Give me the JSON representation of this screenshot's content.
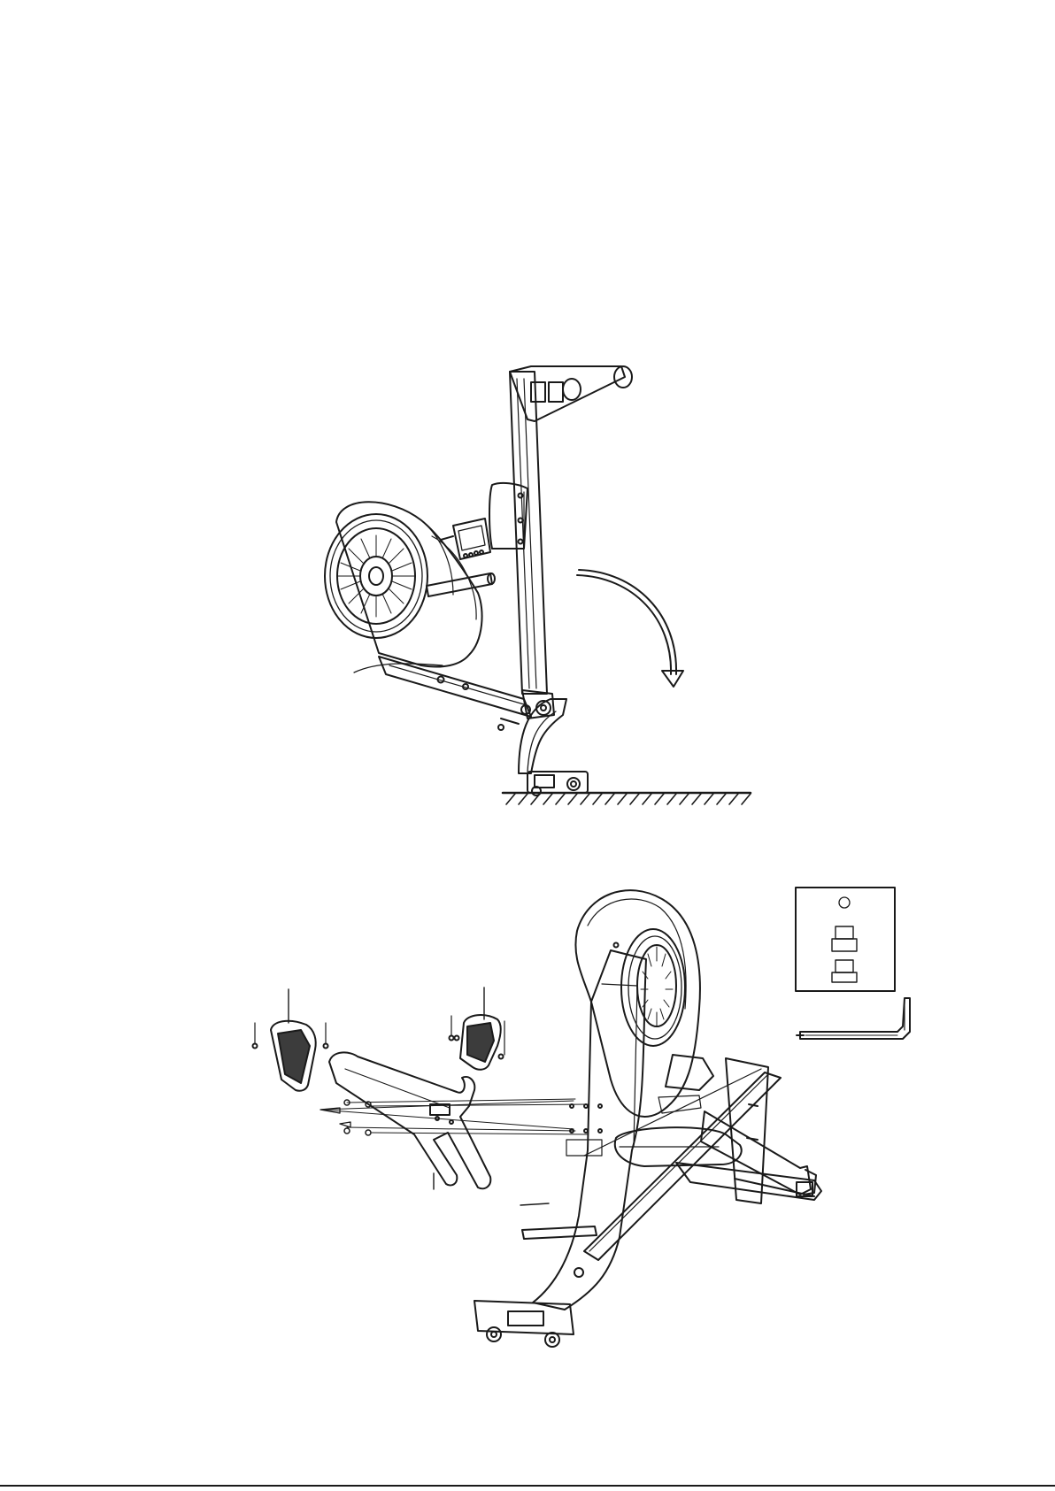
{
  "document": {
    "type": "assembly-instruction-page",
    "colors": {
      "ink": "#1a1a1a",
      "paper": "#ffffff"
    },
    "figures": [
      {
        "name": "rower-folded-upright"
      },
      {
        "name": "rower-exploded-footrest-assembly"
      }
    ],
    "icons": [
      "curved-arrow-icon",
      "allen-key-icon",
      "hardware-bag-icon",
      "ground-hatch"
    ]
  }
}
